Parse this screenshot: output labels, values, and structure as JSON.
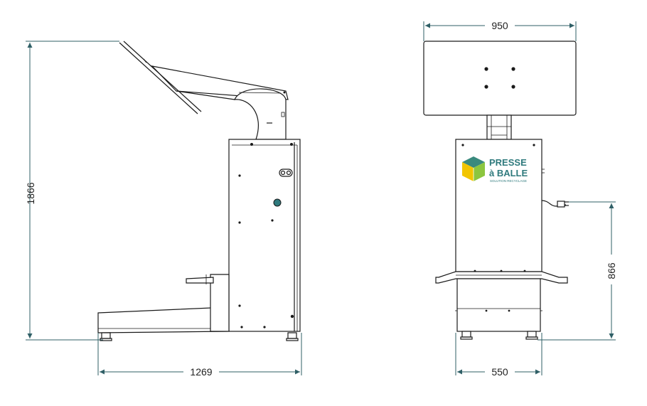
{
  "dimensions": {
    "side_height": "1866",
    "side_width": "1269",
    "front_width_top": "950",
    "front_width_base": "550",
    "front_height_connector": "866"
  },
  "logo": {
    "line1": "PRESSE",
    "line2": "à BALLE",
    "tagline": "SOLUTION RECYCLAGE",
    "colors": {
      "text": "#2f7a7d",
      "cube_green": "#8cc63f",
      "cube_yellow": "#f2c500",
      "cube_teal": "#3a8a7e"
    }
  },
  "colors": {
    "line": "#1a1a1a",
    "dimension": "#2f5f66"
  }
}
